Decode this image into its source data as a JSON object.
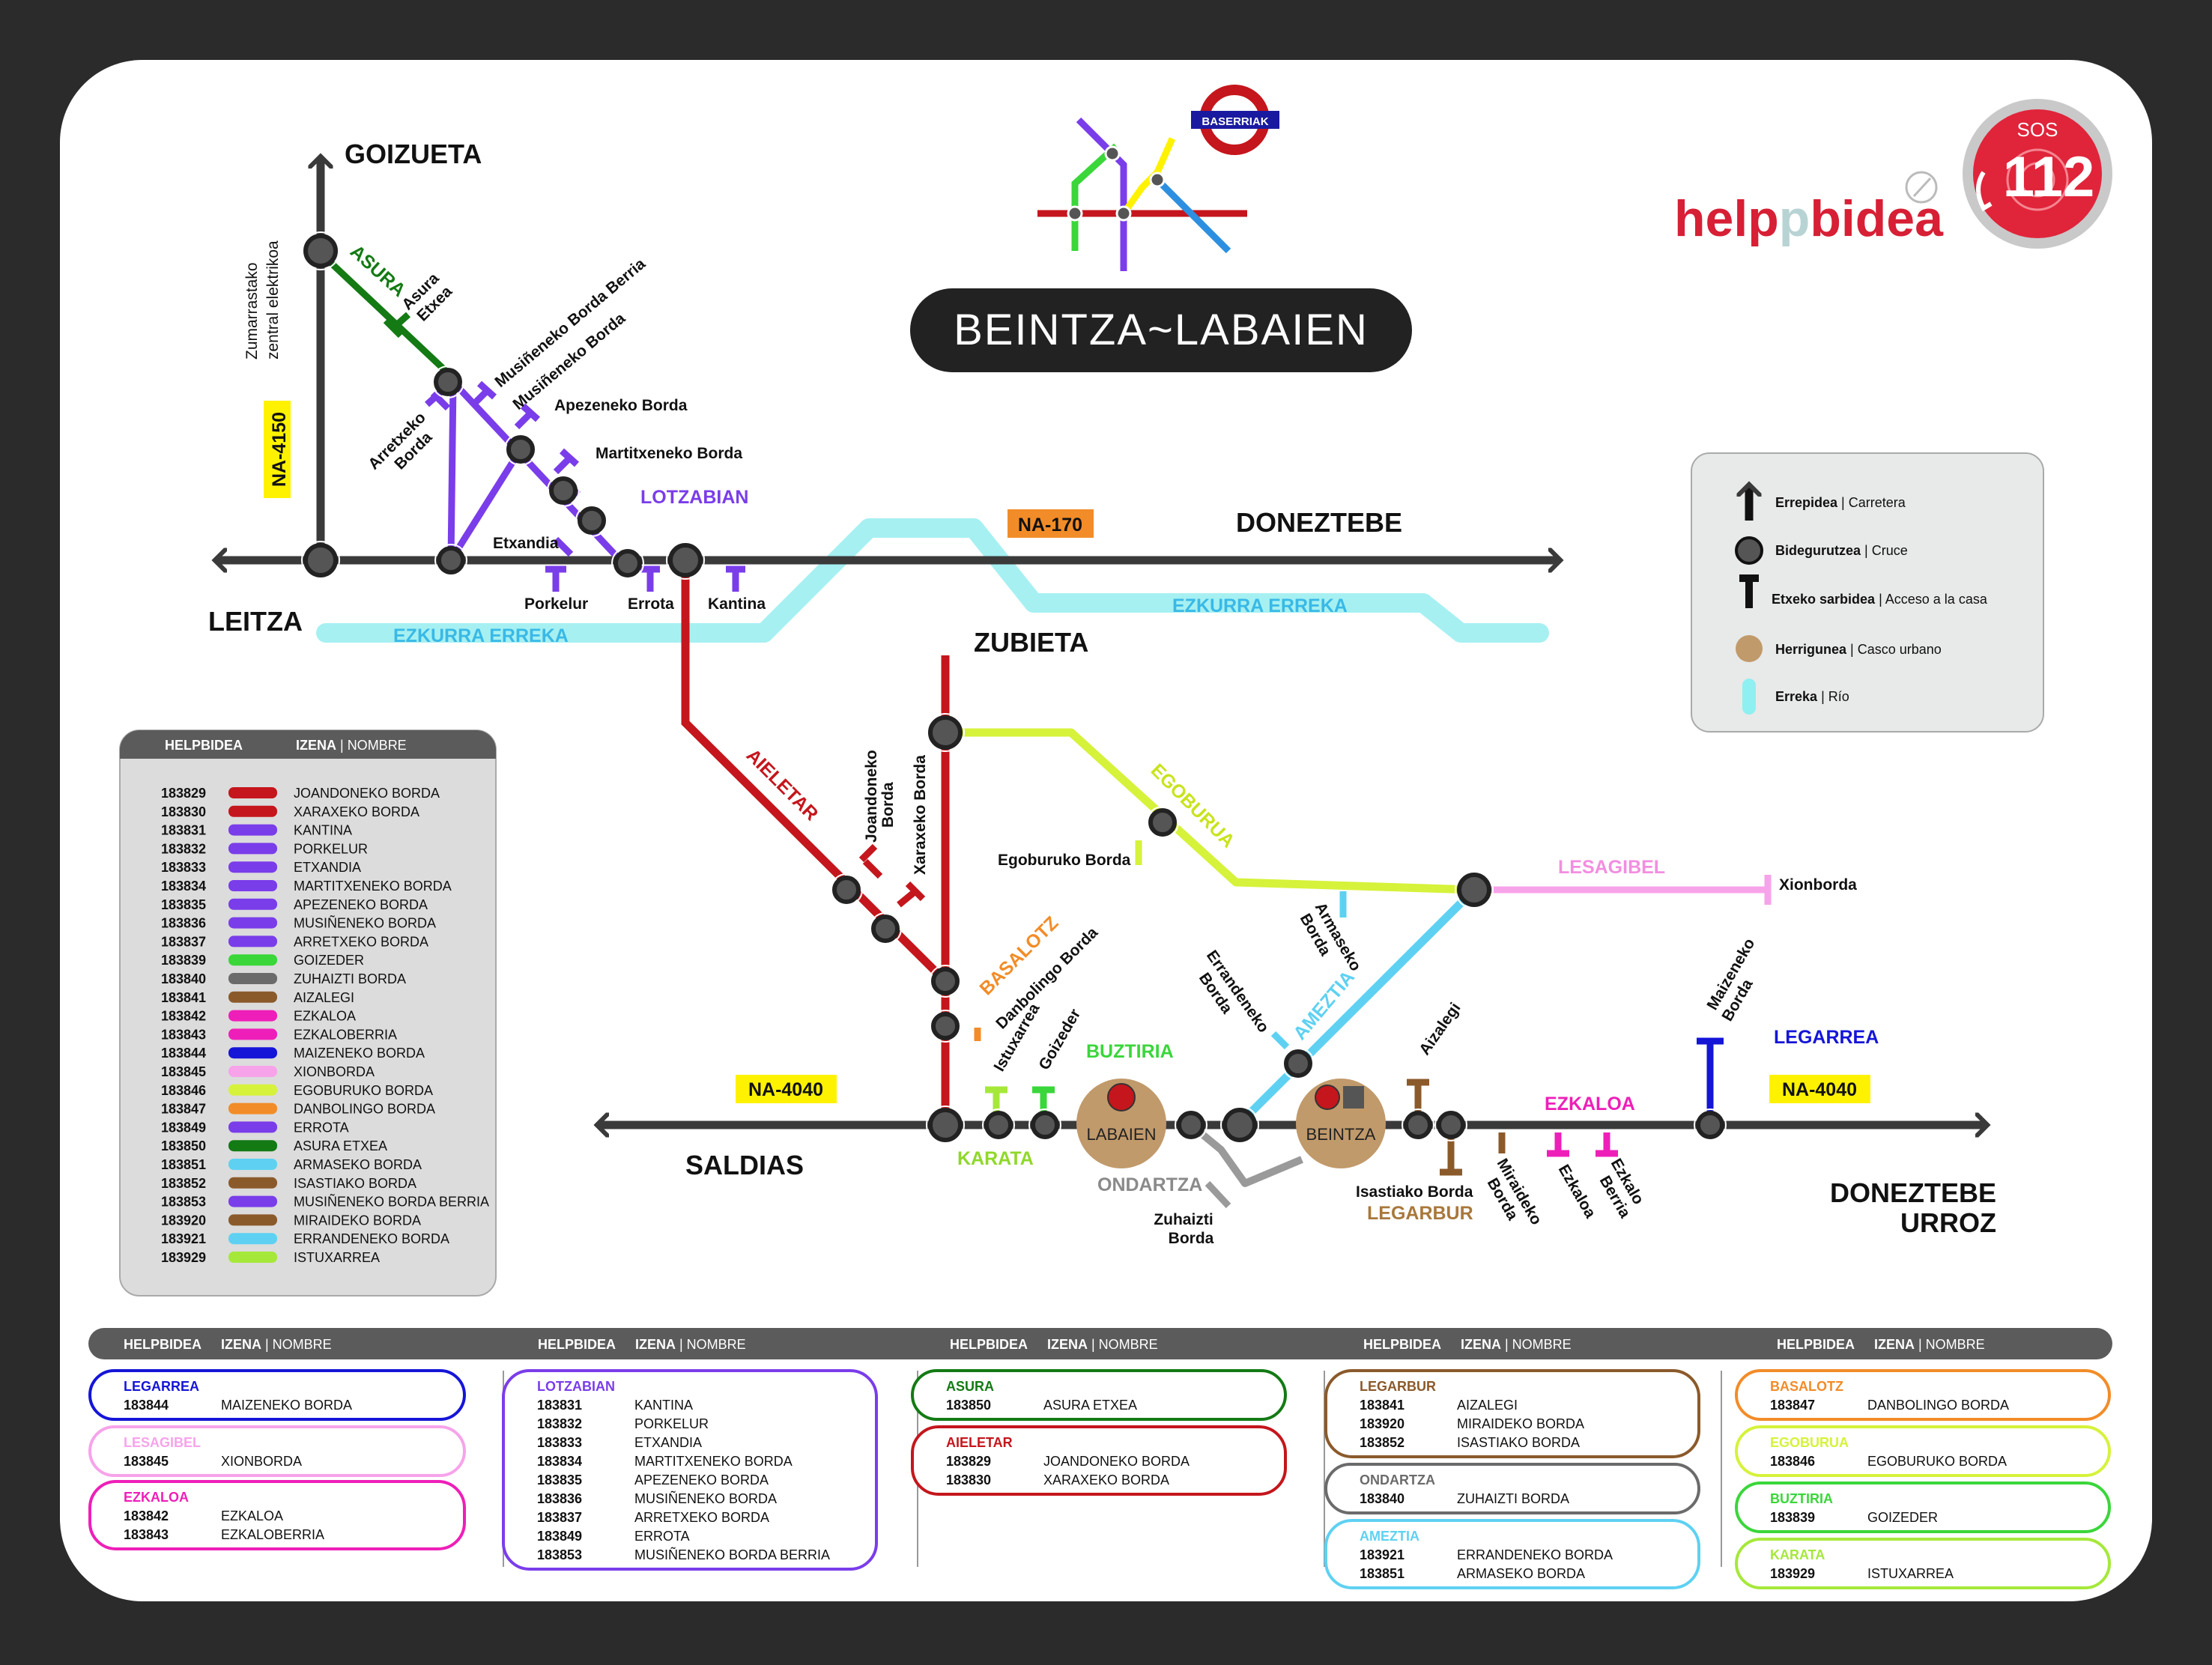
{
  "title": "BEINTZA~LABAIEN",
  "logo": {
    "baserriak": "BASERRIAK",
    "brand_pre": "help",
    "brand_p": "p",
    "brand_post": "bidea",
    "sos": "SOS",
    "number": "112"
  },
  "places": {
    "goizueta": "GOIZUETA",
    "leitza": "LEITZA",
    "doneztebe": "DONEZTEBE",
    "zubieta": "ZUBIETA",
    "saldias": "SALDIAS",
    "doneztebe2": "DONEZTEBE",
    "urroz": "URROZ"
  },
  "roads": {
    "na4150": "NA-4150",
    "na170": "NA-170",
    "na4040a": "NA-4040",
    "na4040b": "NA-4040"
  },
  "rivers": {
    "ezkurra1": "EZKURRA ERREKA",
    "ezkurra2": "EZKURRA ERREKA"
  },
  "map_labels": {
    "zumarrastako1": "Zumarrastako",
    "zumarrastako2": "zentral elektrikoa",
    "asura": "ASURA",
    "asura_etxea1": "Asura",
    "asura_etxea2": "Etxea",
    "musi_berria": "Musiñeneko Borda Berria",
    "musi": "Musiñeneko Borda",
    "apezeneko": "Apezeneko Borda",
    "arretxeko1": "Arretxeko",
    "arretxeko2": "Borda",
    "martitxeneko": "Martitxeneko Borda",
    "lotzabian": "LOTZABIAN",
    "etxandia": "Etxandia",
    "porkelur": "Porkelur",
    "errota": "Errota",
    "kantina": "Kantina",
    "aieletar": "AIELETAR",
    "joandoneko1": "Joandoneko",
    "joandoneko2": "Borda",
    "xaraxeko": "Xaraxeko Borda",
    "egoburua": "EGOBURUA",
    "egoburuko": "Egoburuko Borda",
    "armaseko1": "Armaseko",
    "armaseko2": "Borda",
    "lesagibel": "LESAGIBEL",
    "xionborda": "Xionborda",
    "basalotz": "BASALOTZ",
    "danbolingo": "Danbolingo Borda",
    "istuxarrea": "Istuxarrea",
    "goizeder": "Goizeder",
    "buztiria": "BUZTIRIA",
    "karata": "KARATA",
    "labaien": "LABAIEN",
    "ondartza": "ONDARTZA",
    "zuhaizti1": "Zuhaizti",
    "zuhaizti2": "Borda",
    "errandeneko1": "Errandeneko",
    "errandeneko2": "Borda",
    "ameztia": "AMEZTIA",
    "beintza": "BEINTZA",
    "aizalegi": "Aizalegi",
    "isastiako": "Isastiako Borda",
    "legarbur": "LEGARBUR",
    "miraideko1": "Miraideko",
    "miraideko2": "Borda",
    "ezkaloa": "EZKALOA",
    "ezkaloa_house": "Ezkaloa",
    "ezkalo_berria1": "Ezkalo",
    "ezkalo_berria2": "Berria",
    "maizeneko1": "Maizeneko",
    "maizeneko2": "Borda",
    "legarrea": "LEGARREA"
  },
  "legend": {
    "road": "Errepidea",
    "road_es": "Carretera",
    "cross": "Bidegurutzea",
    "cross_es": "Cruce",
    "house": "Etxeko sarbidea",
    "house_es": "Acceso a la casa",
    "town": "Herrigunea",
    "town_es": "Casco urbano",
    "river": "Erreka",
    "river_es": "Río"
  },
  "table_header": {
    "helpbidea": "HELPBIDEA",
    "izena": "IZENA",
    "nombre": "NOMBRE"
  },
  "left_table": [
    {
      "code": "183829",
      "name": "JOANDONEKO BORDA",
      "color": "#c4161c"
    },
    {
      "code": "183830",
      "name": "XARAXEKO BORDA",
      "color": "#c4161c"
    },
    {
      "code": "183831",
      "name": "KANTINA",
      "color": "#7a3dea"
    },
    {
      "code": "183832",
      "name": "PORKELUR",
      "color": "#7a3dea"
    },
    {
      "code": "183833",
      "name": "ETXANDIA",
      "color": "#7a3dea"
    },
    {
      "code": "183834",
      "name": "MARTITXENEKO BORDA",
      "color": "#7a3dea"
    },
    {
      "code": "183835",
      "name": "APEZENEKO BORDA",
      "color": "#7a3dea"
    },
    {
      "code": "183836",
      "name": "MUSIÑENEKO BORDA",
      "color": "#7a3dea"
    },
    {
      "code": "183837",
      "name": "ARRETXEKO BORDA",
      "color": "#7a3dea"
    },
    {
      "code": "183839",
      "name": "GOIZEDER",
      "color": "#3ad63a"
    },
    {
      "code": "183840",
      "name": "ZUHAIZTI BORDA",
      "color": "#6b6b6b"
    },
    {
      "code": "183841",
      "name": "AIZALEGI",
      "color": "#8b5a2b"
    },
    {
      "code": "183842",
      "name": "EZKALOA",
      "color": "#ee1fb8"
    },
    {
      "code": "183843",
      "name": "EZKALOBERRIA",
      "color": "#ee1fb8"
    },
    {
      "code": "183844",
      "name": "MAIZENEKO BORDA",
      "color": "#1515d8"
    },
    {
      "code": "183845",
      "name": "XIONBORDA",
      "color": "#f7a3ea"
    },
    {
      "code": "183846",
      "name": "EGOBURUKO BORDA",
      "color": "#d6f23a"
    },
    {
      "code": "183847",
      "name": "DANBOLINGO BORDA",
      "color": "#f28c28"
    },
    {
      "code": "183849",
      "name": "ERROTA",
      "color": "#7a3dea"
    },
    {
      "code": "183850",
      "name": "ASURA ETXEA",
      "color": "#147a14"
    },
    {
      "code": "183851",
      "name": "ARMASEKO BORDA",
      "color": "#5ed1f2"
    },
    {
      "code": "183852",
      "name": "ISASTIAKO BORDA",
      "color": "#8b5a2b"
    },
    {
      "code": "183853",
      "name": "MUSIÑENEKO BORDA BERRIA",
      "color": "#7a3dea"
    },
    {
      "code": "183920",
      "name": "MIRAIDEKO BORDA",
      "color": "#8b5a2b"
    },
    {
      "code": "183921",
      "name": "ERRANDENEKO BORDA",
      "color": "#5ed1f2"
    },
    {
      "code": "183929",
      "name": "ISTUXARREA",
      "color": "#a6e83a"
    }
  ],
  "bottom_groups": [
    {
      "title": "LEGARREA",
      "color": "#1515d8",
      "rows": [
        {
          "code": "183844",
          "name": "MAIZENEKO BORDA"
        }
      ]
    },
    {
      "title": "LESAGIBEL",
      "color": "#f7a3ea",
      "rows": [
        {
          "code": "183845",
          "name": "XIONBORDA"
        }
      ]
    },
    {
      "title": "EZKALOA",
      "color": "#ee1fb8",
      "rows": [
        {
          "code": "183842",
          "name": "EZKALOA"
        },
        {
          "code": "183843",
          "name": "EZKALOBERRIA"
        }
      ]
    },
    {
      "title": "LOTZABIAN",
      "color": "#7a3dea",
      "rows": [
        {
          "code": "183831",
          "name": "KANTINA"
        },
        {
          "code": "183832",
          "name": "PORKELUR"
        },
        {
          "code": "183833",
          "name": "ETXANDIA"
        },
        {
          "code": "183834",
          "name": "MARTITXENEKO BORDA"
        },
        {
          "code": "183835",
          "name": "APEZENEKO BORDA"
        },
        {
          "code": "183836",
          "name": "MUSIÑENEKO BORDA"
        },
        {
          "code": "183837",
          "name": "ARRETXEKO BORDA"
        },
        {
          "code": "183849",
          "name": "ERROTA"
        },
        {
          "code": "183853",
          "name": "MUSIÑENEKO BORDA BERRIA"
        }
      ]
    },
    {
      "title": "ASURA",
      "color": "#147a14",
      "rows": [
        {
          "code": "183850",
          "name": "ASURA ETXEA"
        }
      ]
    },
    {
      "title": "AIELETAR",
      "color": "#c4161c",
      "rows": [
        {
          "code": "183829",
          "name": "JOANDONEKO BORDA"
        },
        {
          "code": "183830",
          "name": "XARAXEKO BORDA"
        }
      ]
    },
    {
      "title": "LEGARBUR",
      "color": "#8b5a2b",
      "rows": [
        {
          "code": "183841",
          "name": "AIZALEGI"
        },
        {
          "code": "183920",
          "name": "MIRAIDEKO BORDA"
        },
        {
          "code": "183852",
          "name": "ISASTIAKO BORDA"
        }
      ]
    },
    {
      "title": "ONDARTZA",
      "color": "#6b6b6b",
      "rows": [
        {
          "code": "183840",
          "name": "ZUHAIZTI BORDA"
        }
      ]
    },
    {
      "title": "AMEZTIA",
      "color": "#5ed1f2",
      "rows": [
        {
          "code": "183921",
          "name": "ERRANDENEKO BORDA"
        },
        {
          "code": "183851",
          "name": "ARMASEKO BORDA"
        }
      ]
    },
    {
      "title": "BASALOTZ",
      "color": "#f28c28",
      "rows": [
        {
          "code": "183847",
          "name": "DANBOLINGO BORDA"
        }
      ]
    },
    {
      "title": "EGOBURUA",
      "color": "#d6f23a",
      "rows": [
        {
          "code": "183846",
          "name": "EGOBURUKO BORDA"
        }
      ]
    },
    {
      "title": "BUZTIRIA",
      "color": "#3ad63a",
      "rows": [
        {
          "code": "183839",
          "name": "GOIZEDER"
        }
      ]
    },
    {
      "title": "KARATA",
      "color": "#a6e83a",
      "rows": [
        {
          "code": "183929",
          "name": "ISTUXARREA"
        }
      ]
    }
  ]
}
